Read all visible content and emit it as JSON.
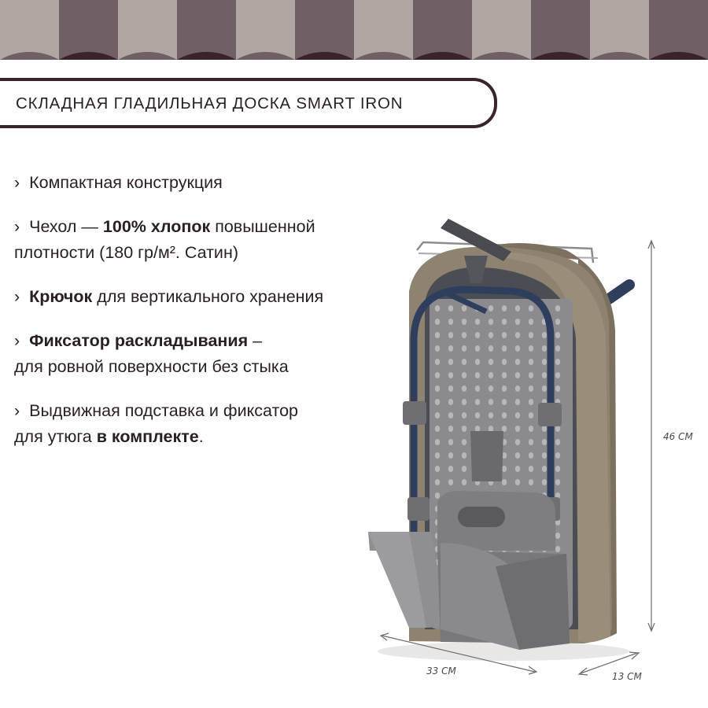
{
  "banner": {
    "colors": [
      "#6f6066",
      "#b1a7a2",
      "#3a2329"
    ]
  },
  "title": "СКЛАДНАЯ ГЛАДИЛЬНАЯ ДОСКА SMART IRON",
  "features": [
    {
      "bullet": "›",
      "parts": [
        {
          "t": "Компактная конструкция",
          "b": false
        }
      ]
    },
    {
      "bullet": "›",
      "parts": [
        {
          "t": "Чехол — ",
          "b": false
        },
        {
          "t": "100% хлопок",
          "b": true
        },
        {
          "t": " повышенной",
          "b": false
        },
        {
          "br": true
        },
        {
          "t": "плотности (180 гр/м². Сатин)",
          "b": false
        }
      ]
    },
    {
      "bullet": "›",
      "parts": [
        {
          "t": "Крючок",
          "b": true
        },
        {
          "t": " для вертикального хранения",
          "b": false
        }
      ]
    },
    {
      "bullet": "›",
      "parts": [
        {
          "t": "Фиксатор раскладывания",
          "b": true
        },
        {
          "t": " –",
          "b": false
        },
        {
          "br": true
        },
        {
          "t": "для ровной поверхности без стыка",
          "b": false
        }
      ]
    },
    {
      "bullet": "›",
      "parts": [
        {
          "t": "Выдвижная подставка и фиксатор",
          "b": false
        },
        {
          "br": true
        },
        {
          "t": "для утюга ",
          "b": false
        },
        {
          "t": "в комплекте",
          "b": true
        },
        {
          "t": ".",
          "b": false
        }
      ]
    }
  ],
  "dimensions": {
    "height": "46 СМ",
    "width": "33 СМ",
    "depth": "13 СМ"
  },
  "colors": {
    "cover": "#8e8270",
    "frame": "#2f3e5c",
    "plastic": "#7e7e82",
    "accent": "#3a2329"
  }
}
